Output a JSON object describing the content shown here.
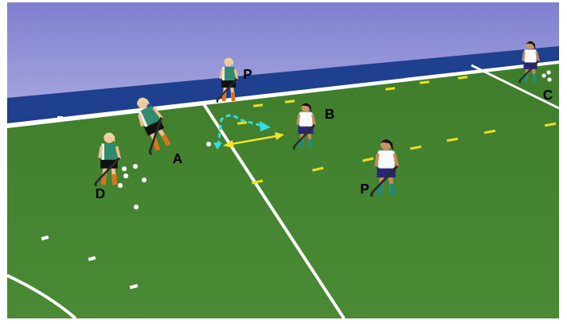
{
  "diagram": {
    "labels": [
      "P",
      "C",
      "B",
      "A",
      "P",
      "D"
    ]
  }
}
